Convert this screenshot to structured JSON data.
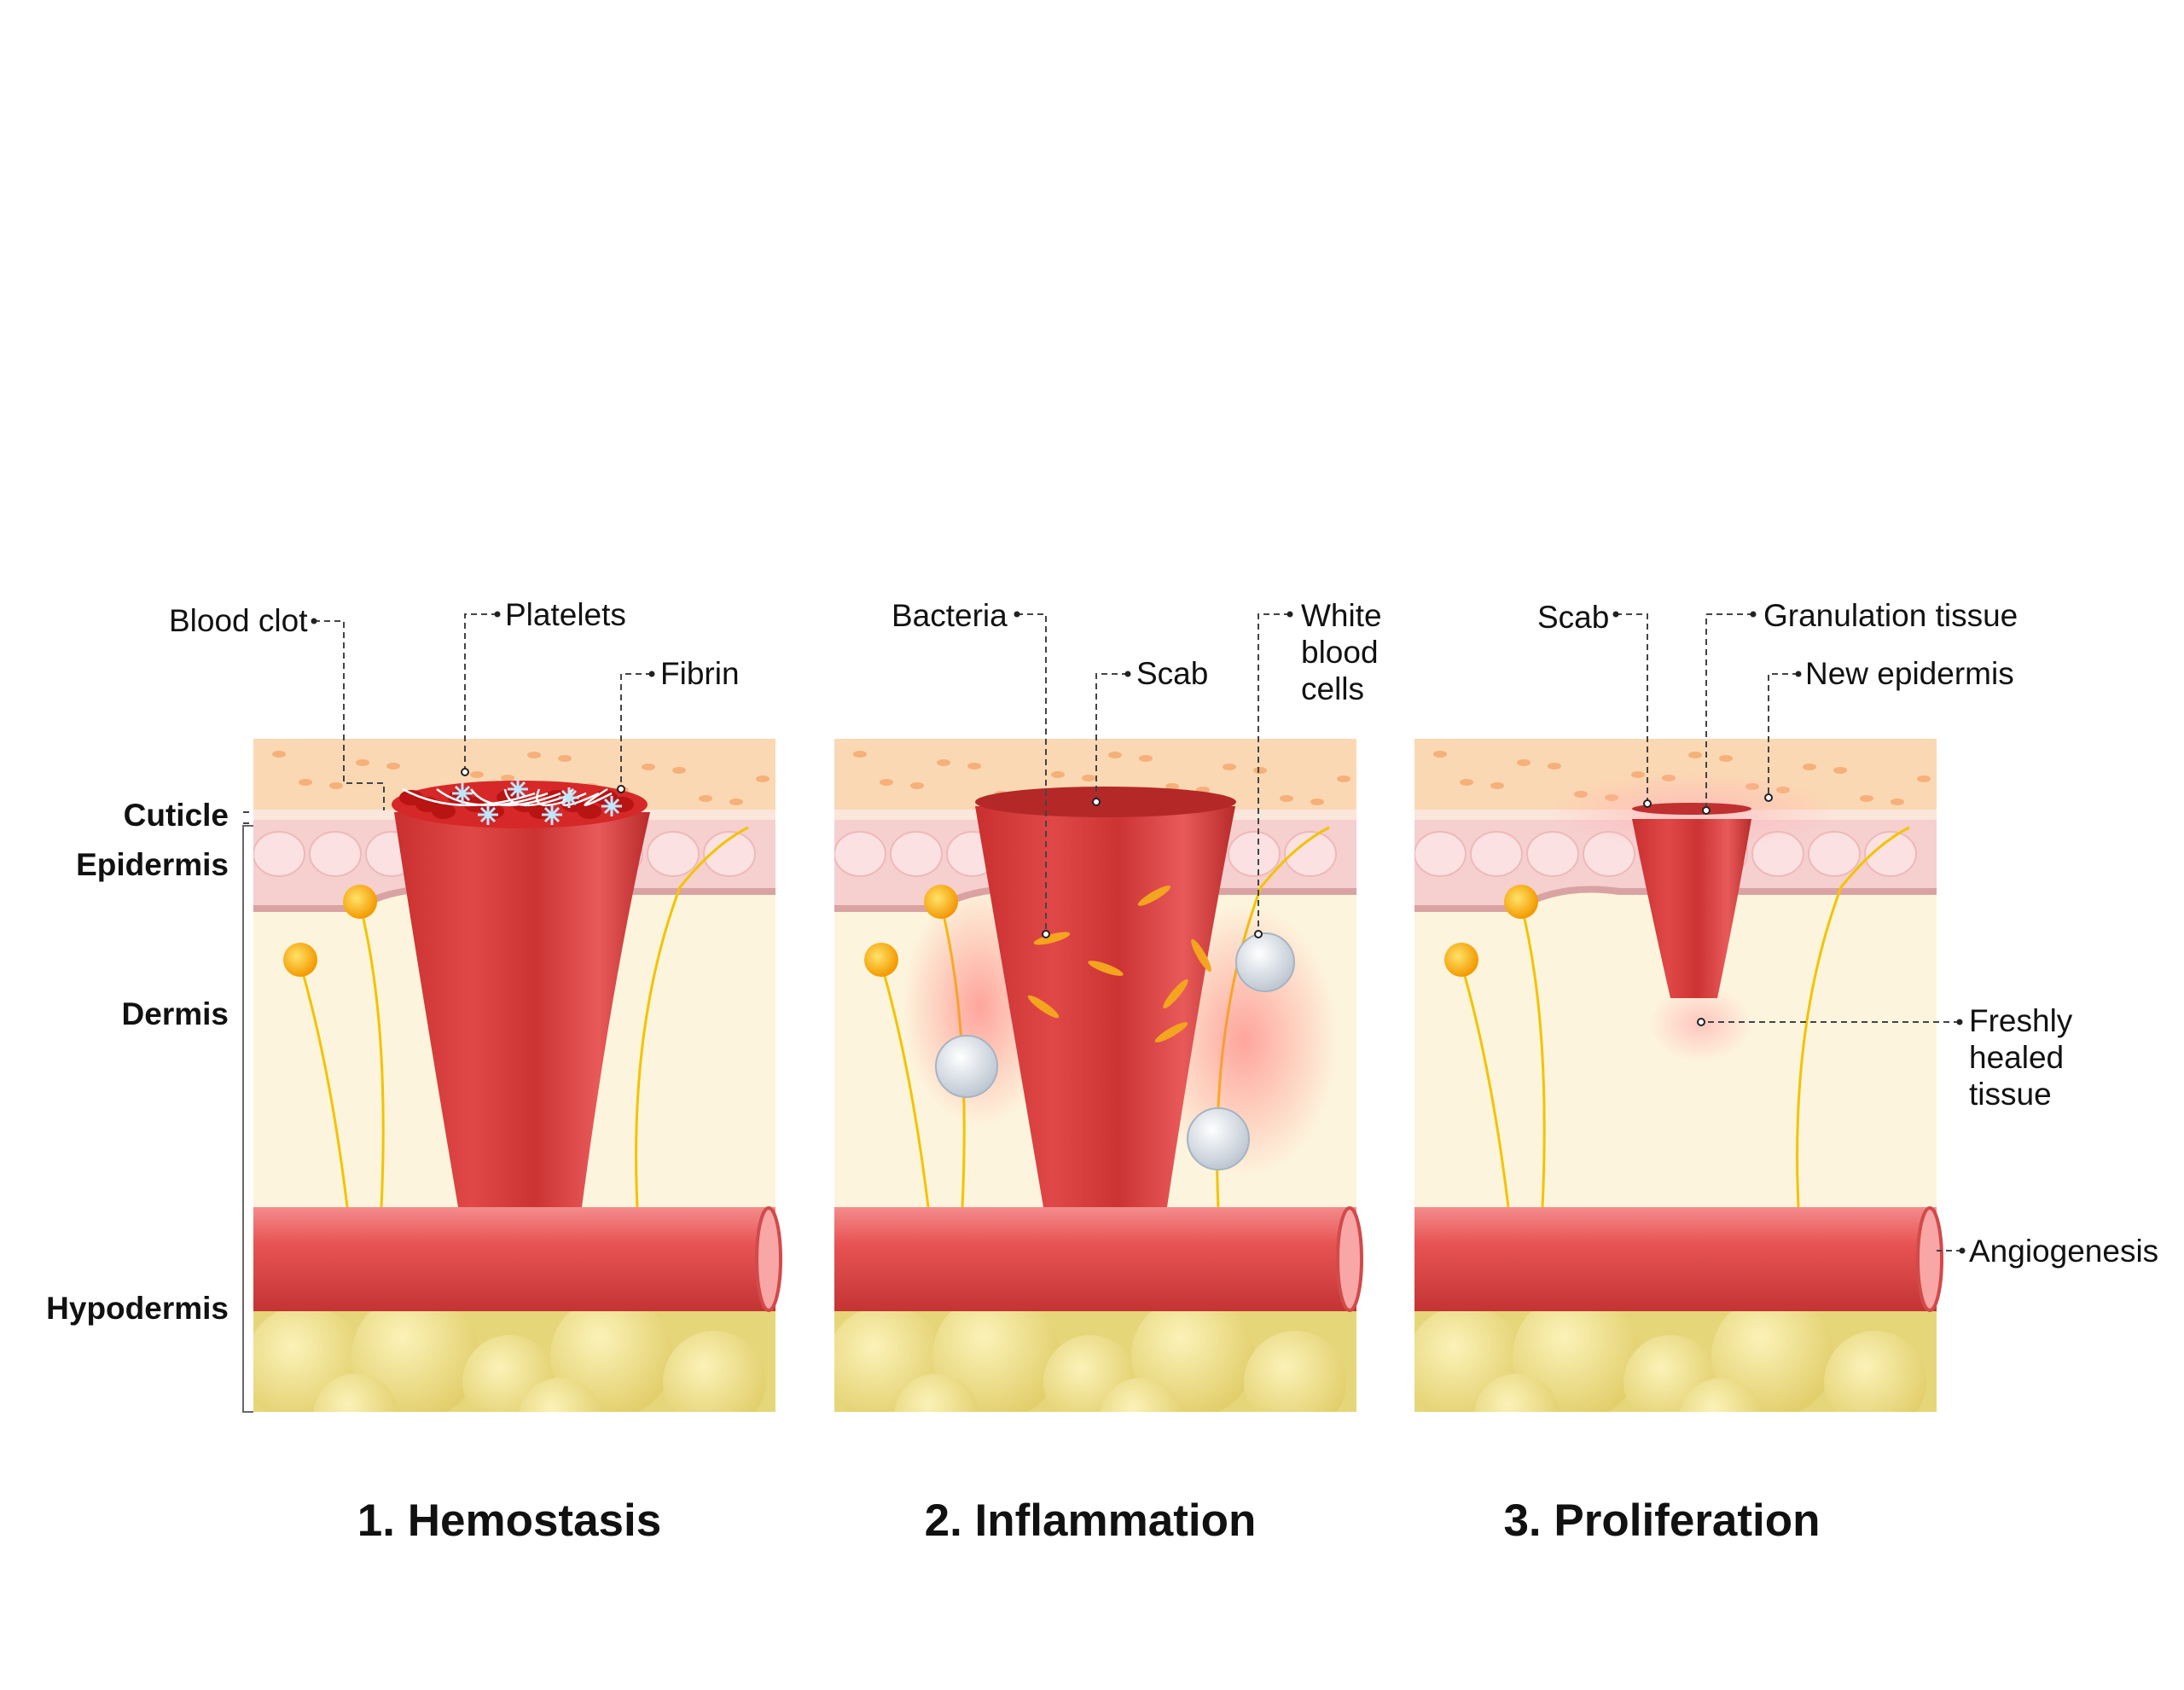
{
  "layers": {
    "cuticle": "Cuticle",
    "epidermis": "Epidermis",
    "dermis": "Dermis",
    "hypodermis": "Hypodermis"
  },
  "stages": [
    {
      "title": "1. Hemostasis",
      "callouts": {
        "blood_clot": "Blood clot",
        "platelets": "Platelets",
        "fibrin": "Fibrin"
      }
    },
    {
      "title": "2. Inflammation",
      "callouts": {
        "bacteria": "Bacteria",
        "scab": "Scab",
        "white_blood_cells": "White\nblood\ncells"
      }
    },
    {
      "title": "3. Proliferation",
      "callouts": {
        "scab": "Scab",
        "granulation_tissue": "Granulation tissue",
        "new_epidermis": "New epidermis",
        "freshly_healed_tissue": "Freshly\nhealed\ntissue",
        "angiogenesis": "Angiogenesis"
      }
    }
  ],
  "colors": {
    "skin_surface": "#fbd8b4",
    "epidermis": "#f6cfcf",
    "dermis": "#fdf4dd",
    "blood_vessel": "#e64a4a",
    "fat": "#e6d67a",
    "wound": "#cf3333",
    "nerve": "#f2c400"
  }
}
